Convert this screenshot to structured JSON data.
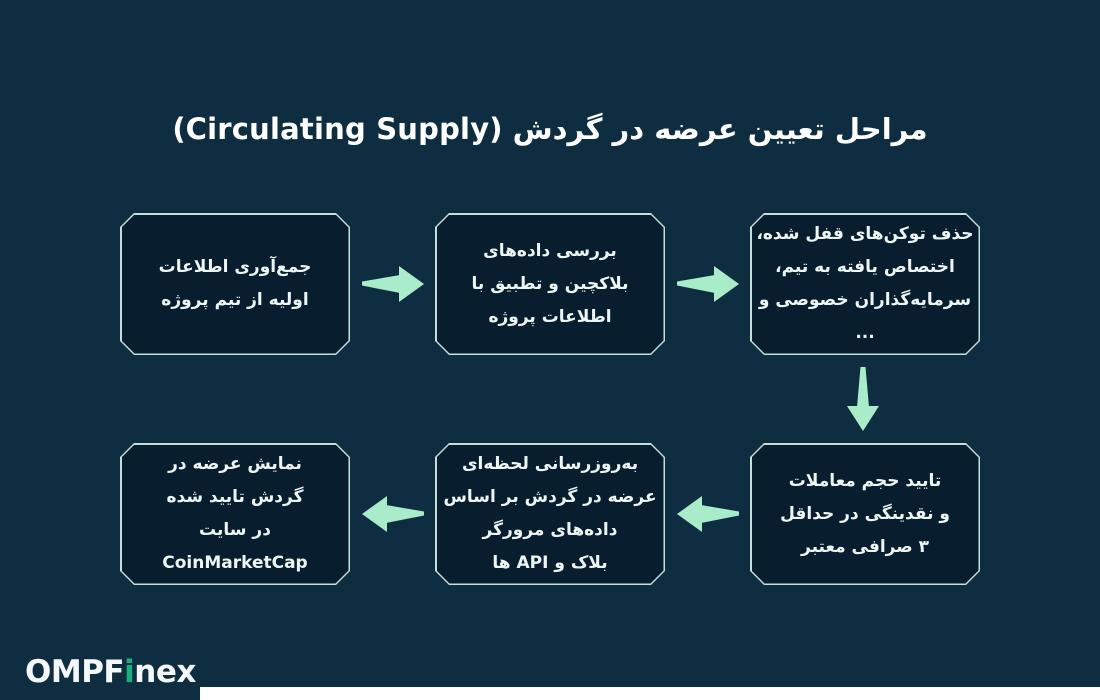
{
  "title": "مراحل تعیین عرضه در گردش (Circulating Supply)",
  "colors": {
    "bg": "#0f2d40",
    "box-fill": "#081e2e",
    "box-border": "#c6ded9",
    "accent": "#a8ecc9",
    "title-color": "#ffffff",
    "text-color": "#eef6f4",
    "logo-white": "#f5f8fa",
    "logo-green": "#18b17e",
    "strip": "#ffffff"
  },
  "steps": [
    {
      "name": "collect-initial-info",
      "lines": [
        "جمع‌آوری اطلاعات",
        "اولیه از تیم پروژه"
      ]
    },
    {
      "name": "review-blockchain-data",
      "lines": [
        "بررسی داده‌های",
        "بلاکچین و تطبیق با",
        "اطلاعات پروژه"
      ]
    },
    {
      "name": "remove-locked-tokens",
      "lines": [
        "حذف توکن‌های قفل شده،",
        "اختصاص یافته به تیم،",
        "سرمایه‌گذاران خصوصی و ..."
      ]
    },
    {
      "name": "confirm-volume-liquidity",
      "lines": [
        "تایید حجم معاملات",
        "و نقدینگی در حداقل",
        "۳ صرافی معتبر"
      ]
    },
    {
      "name": "realtime-supply-update",
      "lines": [
        "به‌روزرسانی لحظه‌ای",
        "عرضه در گردش بر اساس",
        "داده‌های مرورگر"
      ],
      "mixed_line": {
        "fa_before": "بلاک و",
        "en": "API",
        "fa_after": "ها"
      }
    },
    {
      "name": "display-on-coinmarketcap",
      "lines": [
        "نمایش عرضه در",
        "گردش تایید شده"
      ],
      "mixed_line": {
        "fa_before": "در سایت",
        "en": "CoinMarketCap",
        "fa_after": ""
      }
    }
  ],
  "arrows": [
    {
      "name": "arrow-right-icon",
      "direction": "right"
    },
    {
      "name": "arrow-right-icon",
      "direction": "right"
    },
    {
      "name": "arrow-down-icon",
      "direction": "down"
    },
    {
      "name": "arrow-left-icon",
      "direction": "left"
    },
    {
      "name": "arrow-left-icon",
      "direction": "left"
    }
  ],
  "logo": {
    "prefix": "OMPF",
    "accent": "i",
    "suffix": "nex"
  }
}
